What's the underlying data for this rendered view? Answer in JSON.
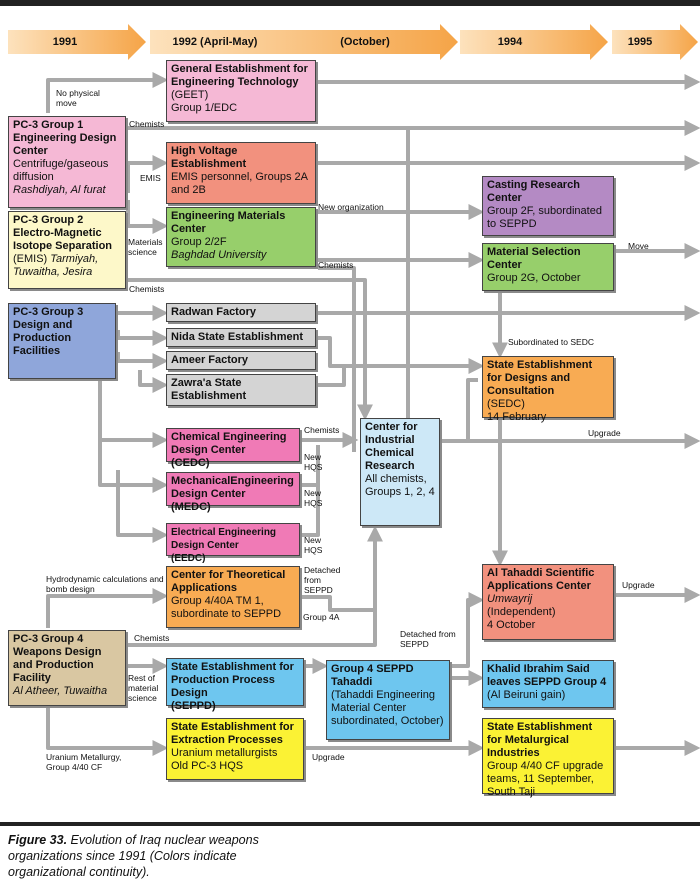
{
  "timeline": {
    "y1991": "1991",
    "y1992": "1992 (April-May)",
    "october": "(October)",
    "y1994": "1994",
    "y1995": "1995"
  },
  "boxes": {
    "geet": {
      "title": "General Establishment for Engineering Technology",
      "l1": "(GEET)",
      "l2": "Group 1/EDC"
    },
    "pc3g1": {
      "title": "PC-3 Group 1 Engineering Design Center",
      "l1": "Centrifuge/gaseous diffusion",
      "l2": "Rashdiyah, Al furat"
    },
    "hv": {
      "title": "High Voltage Establishment",
      "l1": "EMIS personnel, Groups 2A and 2B"
    },
    "pc3g2": {
      "title": "PC-3 Group 2 Electro-Magnetic Isotope Separation",
      "l1": "(EMIS)",
      "l2": "Tarmiyah, Tuwaitha, Jesira"
    },
    "emc": {
      "title": "Engineering Materials Center",
      "l1": "Group 2/2F",
      "l2": "Baghdad University"
    },
    "casting": {
      "title": "Casting Research Center",
      "l1": "Group 2F, subordinated to SEPPD"
    },
    "msc": {
      "title": "Material Selection Center",
      "l1": "Group 2G, October"
    },
    "pc3g3": {
      "title": "PC-3 Group 3 Design and Production Facilities"
    },
    "radwan": {
      "title": "Radwan Factory"
    },
    "nida": {
      "title": "Nida State Establishment"
    },
    "ameer": {
      "title": "Ameer Factory"
    },
    "zawra": {
      "title": "Zawra'a State Establishment"
    },
    "sedc": {
      "title": "State Establishment for Designs and Consultation",
      "l1": "(SEDC)",
      "l2": "14 February"
    },
    "cedc": {
      "title": "Chemical Engineering Design Center",
      "l1": "(CEDC)"
    },
    "cicr": {
      "title": "Center for Industrial Chemical Research",
      "l1": "All chemists, Groups 1, 2, 4"
    },
    "medc": {
      "title": "MechanicalEngineering Design Center",
      "l1": "(MEDC)"
    },
    "eedc": {
      "title": "Electrical Engineering Design Center",
      "l1": "(EEDC)"
    },
    "ctheo": {
      "title": "Center for Theoretical Applications",
      "l1": "Group 4/40A TM 1, subordinate to SEPPD"
    },
    "altahaddi": {
      "title": "Al Tahaddi Scientific Applications Center",
      "l1": "Umwayrij",
      "l2": "(Independent)",
      "l3": "4 October"
    },
    "pc3g4": {
      "title": "PC-3 Group 4 Weapons Design and Production Facility",
      "l1": "Al Atheer, Tuwaitha"
    },
    "seppd": {
      "title": "State Establishment for Production Process Design",
      "l1": "(SEPPD)"
    },
    "g4tahaddi": {
      "title": "Group 4 SEPPD Tahaddi",
      "l1": "(Tahaddi Engineering Material Center subordinated, October)"
    },
    "khalid": {
      "title": "Khalid Ibrahim Said leaves SEPPD Group 4",
      "l1": "(Al Beiruni gain)"
    },
    "sep": {
      "title": "State Establishment for Extraction Processes",
      "l1": "Uranium metallurgists",
      "l2": "Old PC-3 HQS"
    },
    "semi": {
      "title": "State Establishment for Metalurgical Industries",
      "l1": "Group 4/40 CF upgrade teams, 11 September, South Taji"
    }
  },
  "labels": {
    "no_physical_move": "No physical move",
    "chemists_1": "Chemists",
    "emis": "EMIS",
    "new_org": "New organization",
    "materials_science": "Materials science",
    "chemists_2": "Chemists",
    "move": "Move",
    "chemists_3": "Chemists",
    "subordinated_sedc": "Subordinated to SEDC",
    "chemists_4": "Chemists",
    "upgrade_1": "Upgrade",
    "new_hqs_1": "New HQS",
    "new_hqs_2": "New HQS",
    "new_hqs_3": "New HQS",
    "detached_1": "Detached from SEPPD",
    "hydro": "Hydrodynamic calculations and bomb design",
    "upgrade_2": "Upgrade",
    "group4a": "Group 4A",
    "chemists_5": "Chemists",
    "detached_2": "Detached from SEPPD",
    "rest_material": "Rest of material science",
    "uranium_metallurgy": "Uranium Metallurgy, Group 4/40 CF",
    "upgrade_3": "Upgrade"
  },
  "caption": {
    "figure": "Figure 33.",
    "text": " Evolution of Iraq nuclear weapons organizations since 1991 (Colors indicate organizational continuity)."
  },
  "colors": {
    "arrow": "#a9a9a9",
    "timeline": "#f6b15e"
  }
}
